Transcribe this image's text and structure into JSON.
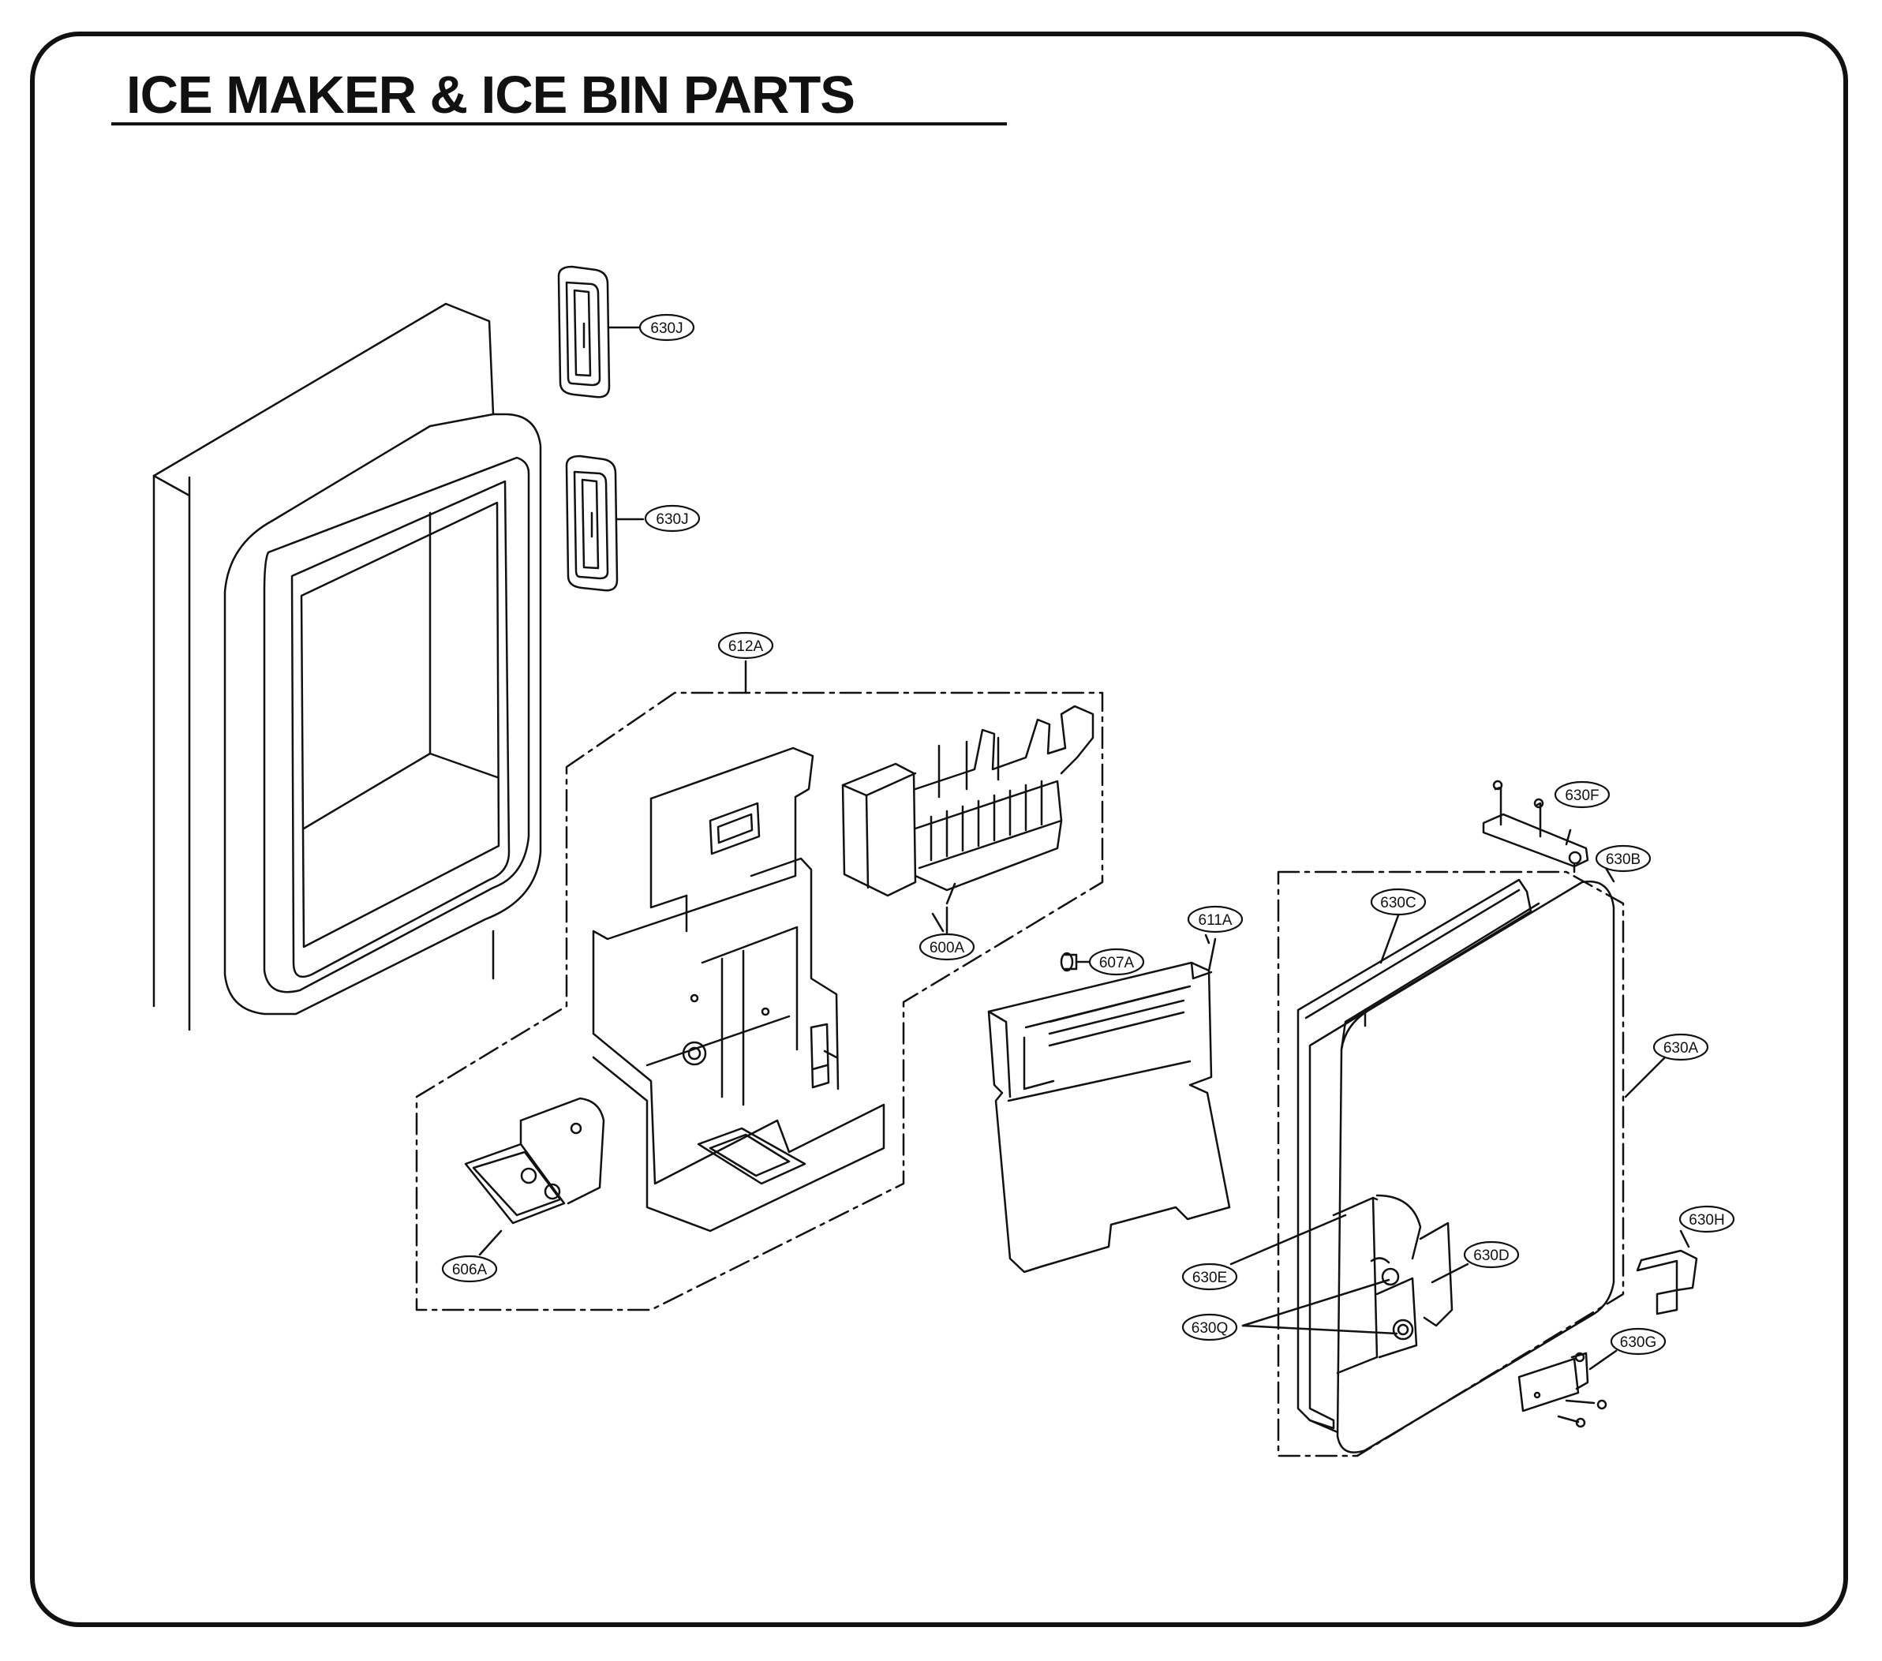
{
  "title": "ICE MAKER & ICE BIN PARTS",
  "colors": {
    "ink": "#111111",
    "background": "#ffffff"
  },
  "callouts": [
    {
      "id": "630J-top",
      "text": "630J"
    },
    {
      "id": "630J-bottom",
      "text": "630J"
    },
    {
      "id": "612A",
      "text": "612A"
    },
    {
      "id": "600A",
      "text": "600A"
    },
    {
      "id": "607A",
      "text": "607A"
    },
    {
      "id": "611A",
      "text": "611A"
    },
    {
      "id": "606A",
      "text": "606A"
    },
    {
      "id": "630F",
      "text": "630F"
    },
    {
      "id": "630B",
      "text": "630B"
    },
    {
      "id": "630C",
      "text": "630C"
    },
    {
      "id": "630A",
      "text": "630A"
    },
    {
      "id": "630H",
      "text": "630H"
    },
    {
      "id": "630D",
      "text": "630D"
    },
    {
      "id": "630E",
      "text": "630E"
    },
    {
      "id": "630Q",
      "text": "630Q"
    },
    {
      "id": "630G",
      "text": "630G"
    }
  ]
}
